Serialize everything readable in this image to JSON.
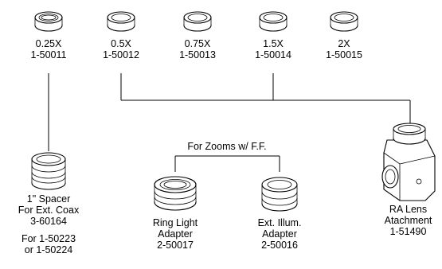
{
  "lenses": [
    {
      "name": "0.25X",
      "part": "1-50011"
    },
    {
      "name": "0.5X",
      "part": "1-50012"
    },
    {
      "name": "0.75X",
      "part": "1-50013"
    },
    {
      "name": "1.5X",
      "part": "1-50014"
    },
    {
      "name": "2X",
      "part": "1-50015"
    }
  ],
  "spacer": {
    "line1": "1\" Spacer",
    "line2": "For Ext. Coax",
    "part": "3-60164",
    "note1": "For 1-50223",
    "note2": "or 1-50224"
  },
  "zooms_group": {
    "title": "For Zooms w/ F.F."
  },
  "ring_light": {
    "line1": "Ring Light",
    "line2": "Adapter",
    "part": "2-50017"
  },
  "ext_illum": {
    "line1": "Ext. Illum.",
    "line2": "Adapter",
    "part": "2-50016"
  },
  "ra_lens": {
    "line1": "RA Lens",
    "line2": "Atachment",
    "part": "1-51490"
  }
}
